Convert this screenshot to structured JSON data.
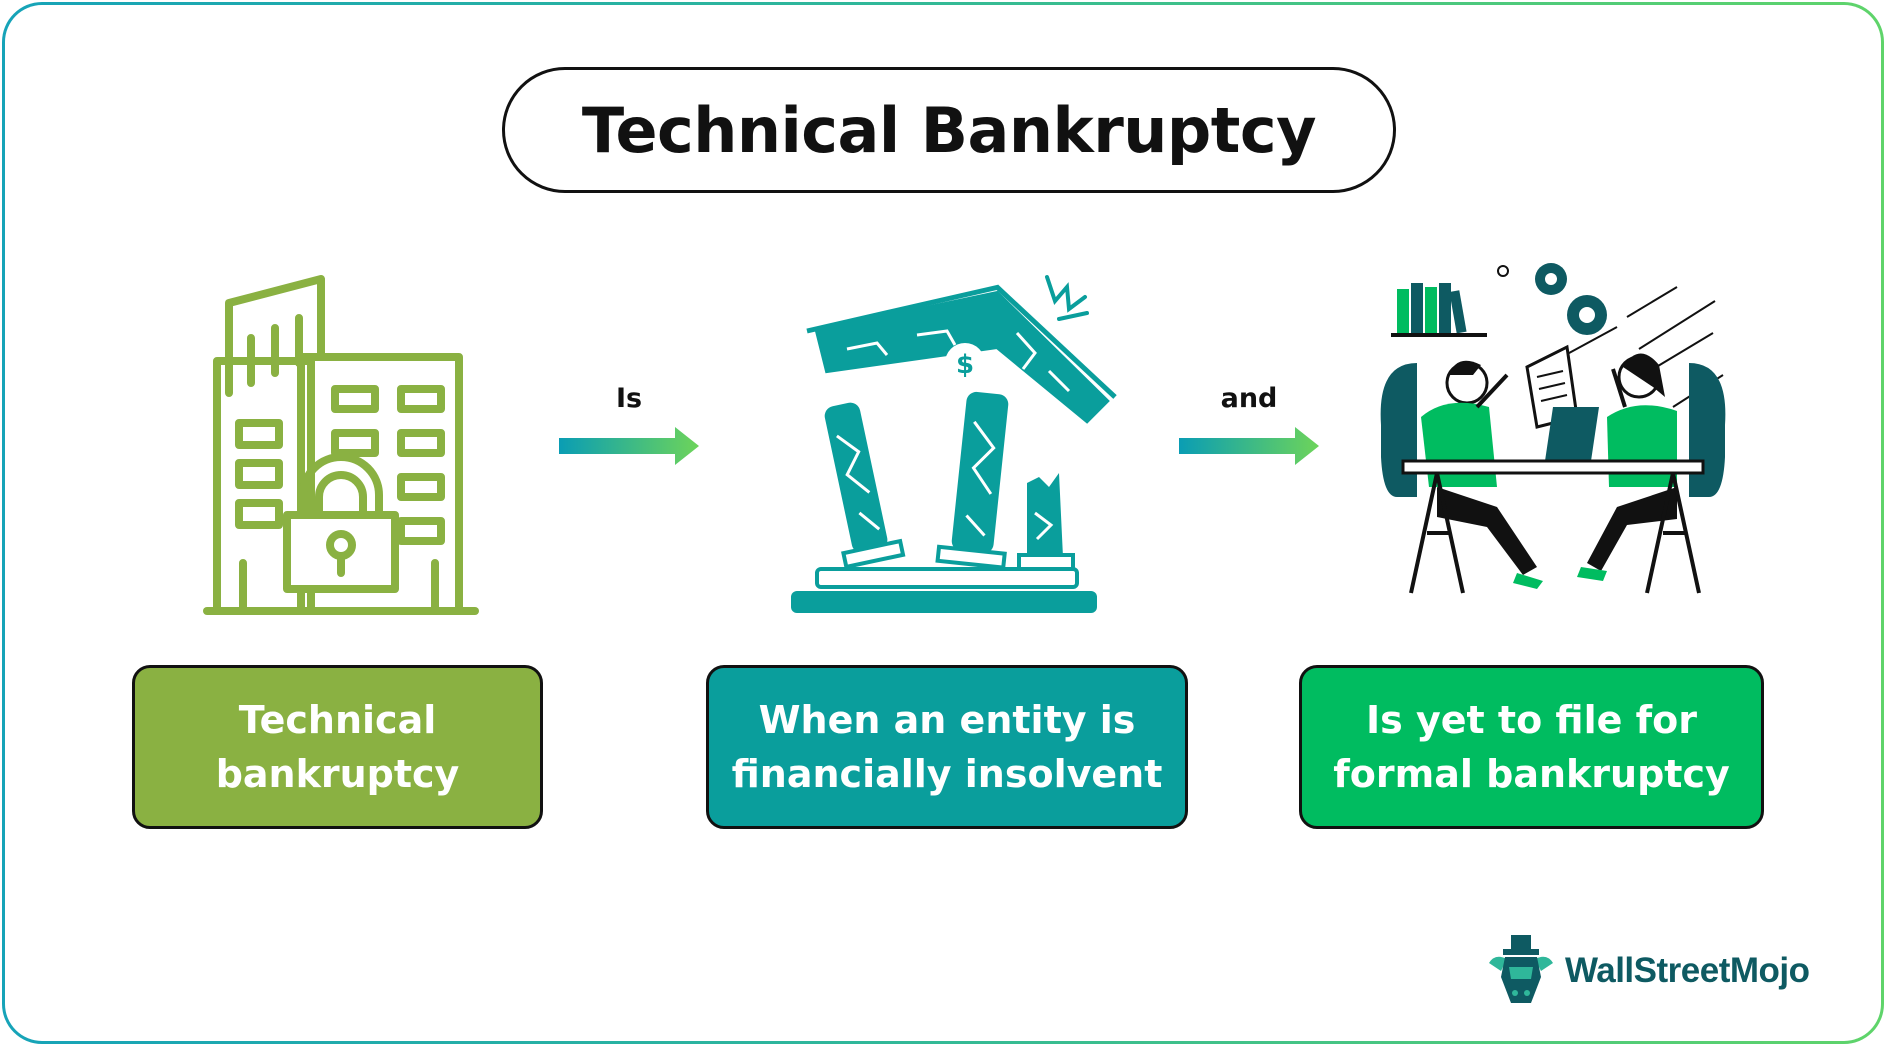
{
  "title": "Technical Bankruptcy",
  "connectors": {
    "first": "Is",
    "second": "and"
  },
  "boxes": {
    "box1": {
      "lines": [
        "Technical",
        "bankruptcy"
      ],
      "color": "#8ab142"
    },
    "box2": {
      "lines": [
        "When an entity is",
        "financially insolvent"
      ],
      "color": "#0a9e9c"
    },
    "box3": {
      "lines": [
        "Is yet to file for",
        "formal bankruptcy"
      ],
      "color": "#00bc60"
    }
  },
  "icons": [
    "locked-building-icon",
    "collapsing-bank-icon",
    "stressed-people-icon",
    "dollar-icon"
  ],
  "brand": {
    "name": "WallStreetMojo"
  },
  "colors": {
    "olive": "#8ab142",
    "teal": "#0a9e9c",
    "green": "#00bc60",
    "dark_teal": "#0e5a62",
    "arrow_start": "#0a9db4",
    "arrow_end": "#6dd45a"
  }
}
